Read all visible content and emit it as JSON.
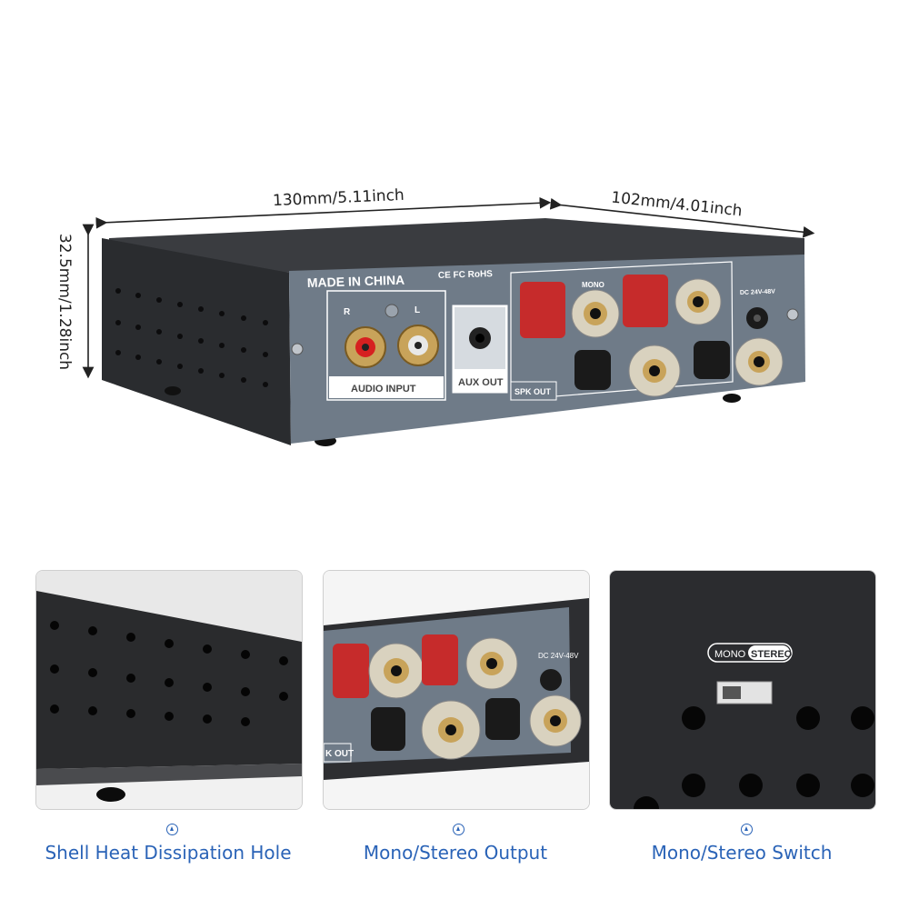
{
  "dimensions": {
    "width_label": "130mm/5.11inch",
    "depth_label": "102mm/4.01inch",
    "height_label": "32.5mm/1.28inch"
  },
  "rear_panel": {
    "made_in": "MADE IN CHINA",
    "certifications": "CE FC RoHS",
    "audio_input_label": "AUDIO INPUT",
    "channel_r": "R",
    "channel_l": "L",
    "aux_out_label": "AUX OUT",
    "spk_out_label": "SPK OUT",
    "dc_label": "DC 24V-48V",
    "mono_label": "MONO"
  },
  "switch_panel": {
    "mono_label": "MONO",
    "stereo_label": "STEREO"
  },
  "captions": [
    "Shell Heat Dissipation Hole",
    "Mono/Stereo Output",
    "Mono/Stereo Switch"
  ],
  "colors": {
    "caption_blue": "#2a63b7",
    "chassis": "#2b2d30",
    "rear_plate": "#6f7b88"
  }
}
